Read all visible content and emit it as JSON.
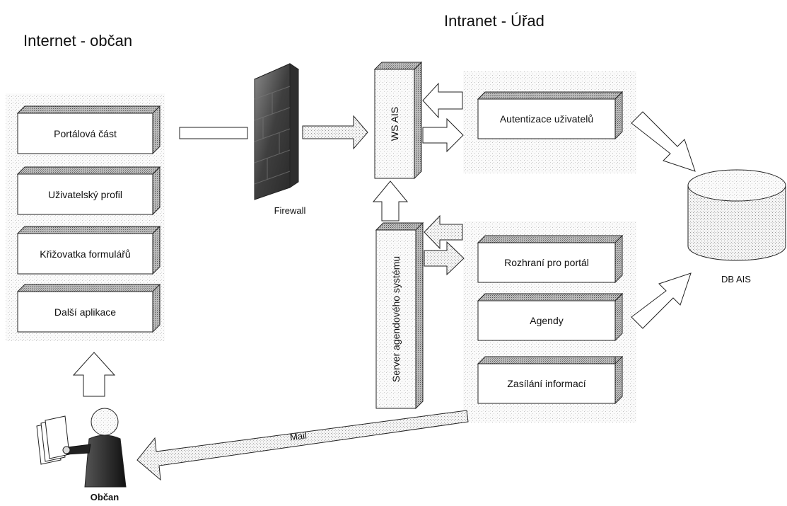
{
  "zones": {
    "internet": "Internet - občan",
    "intranet": "Intranet - Úřad"
  },
  "internet_boxes": [
    "Portálová část",
    "Uživatelský profil",
    "Křižovatka formulářů",
    "Další aplikace"
  ],
  "firewall": {
    "label": "Firewall"
  },
  "ws_ais": {
    "label": "WS AIS"
  },
  "server": {
    "label": "Server agendového systému"
  },
  "intranet_boxes": {
    "auth": "Autentizace uživatelů",
    "portal_interface": "Rozhraní pro portál",
    "agendas": "Agendy",
    "notifications": "Zasílání informací"
  },
  "database": {
    "label": "DB AIS"
  },
  "citizen": {
    "label": "Občan"
  },
  "mail": {
    "label": "Mail"
  }
}
